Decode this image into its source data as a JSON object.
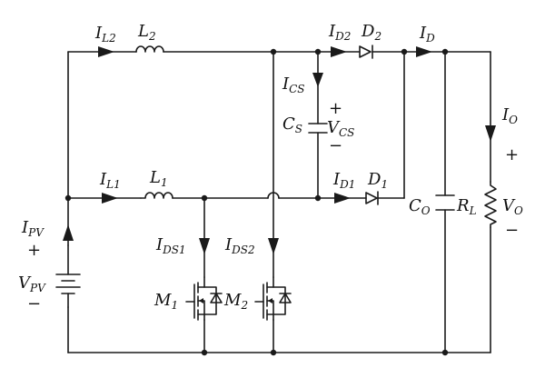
{
  "labels": {
    "IL2": {
      "main": "I",
      "sub": "L2"
    },
    "L2": {
      "main": "L",
      "sub": "2"
    },
    "ID2": {
      "main": "I",
      "sub": "D2"
    },
    "D2": {
      "main": "D",
      "sub": "2"
    },
    "ID": {
      "main": "I",
      "sub": "D"
    },
    "ICS": {
      "main": "I",
      "sub": "CS"
    },
    "CS": {
      "main": "C",
      "sub": "S"
    },
    "VCS": {
      "main": "V",
      "sub": "CS"
    },
    "IO": {
      "main": "I",
      "sub": "O"
    },
    "IL1": {
      "main": "I",
      "sub": "L1"
    },
    "L1": {
      "main": "L",
      "sub": "1"
    },
    "ID1": {
      "main": "I",
      "sub": "D1"
    },
    "D1": {
      "main": "D",
      "sub": "1"
    },
    "CO": {
      "main": "C",
      "sub": "O"
    },
    "RL": {
      "main": "R",
      "sub": "L"
    },
    "VO": {
      "main": "V",
      "sub": "O"
    },
    "IPV": {
      "main": "I",
      "sub": "PV"
    },
    "VPV": {
      "main": "V",
      "sub": "PV"
    },
    "IDS1": {
      "main": "I",
      "sub": "DS1"
    },
    "IDS2": {
      "main": "I",
      "sub": "DS2"
    },
    "M1": {
      "main": "M",
      "sub": "1"
    },
    "M2": {
      "main": "M",
      "sub": "2"
    }
  },
  "signs": {
    "vcs_plus": "+",
    "vcs_minus": "−",
    "vo_plus": "+",
    "vo_minus": "−",
    "vpv_plus": "+",
    "vpv_minus": "−"
  }
}
